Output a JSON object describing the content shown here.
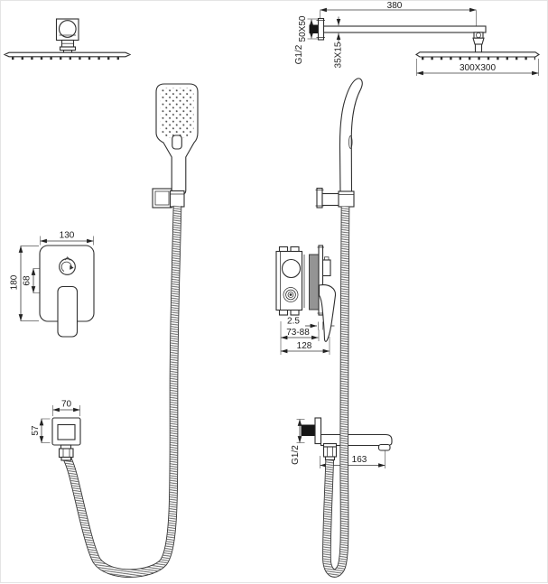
{
  "colors": {
    "line": "#2f2f2f",
    "dim_text": "#1c1c1c",
    "solid_fitting": "#161616",
    "wall_gap_gray": "#949494",
    "background": "#ffffff"
  },
  "dims": {
    "arm_length": "380",
    "arm_flange_size": "50X50",
    "arm_thread": "G1/2",
    "arm_profile": "35X15",
    "head_size": "300X300",
    "mixer_width": "130",
    "mixer_height": "180",
    "mixer_offset": "68",
    "valve_plate_thickness": "2.5",
    "valve_depth_range": "73-88",
    "valve_total_depth": "128",
    "elbow_width": "70",
    "elbow_height": "57",
    "spout_thread": "G1/2",
    "spout_length": "163"
  }
}
